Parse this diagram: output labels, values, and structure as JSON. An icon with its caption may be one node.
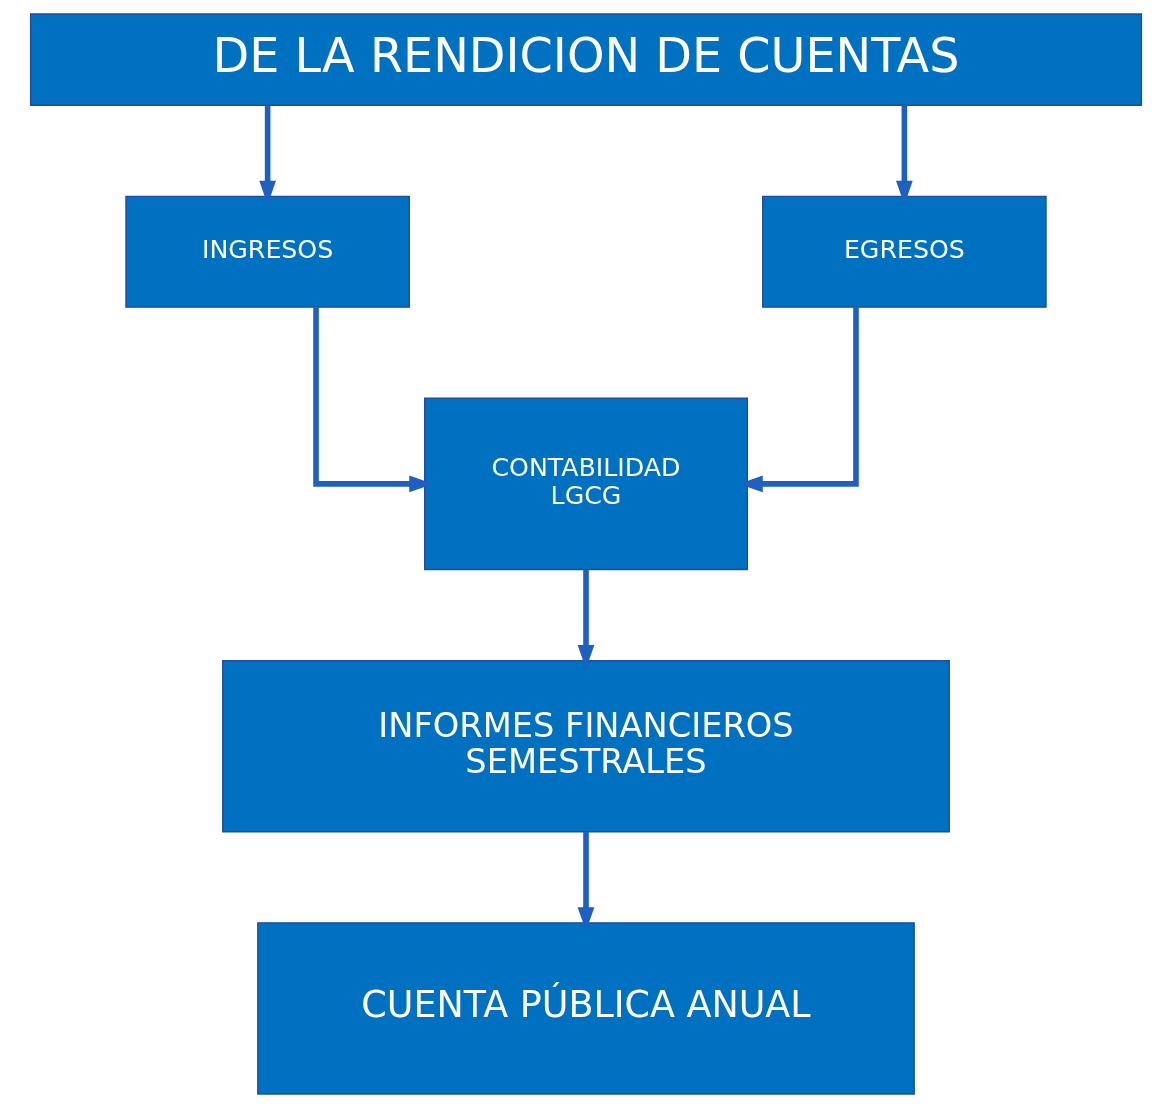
{
  "diagram": {
    "nodes": [
      {
        "text": [
          "DE LA RENDICION DE CUENTAS"
        ]
      },
      {
        "text": [
          "INGRESOS"
        ]
      },
      {
        "text": [
          "EGRESOS"
        ]
      },
      {
        "text": [
          "CONTABILIDAD LGCG"
        ]
      },
      {
        "text": [
          "INFORMES FINANCIEROS SEMESTRALES"
        ]
      },
      {
        "text": [
          "CUENTA PÚBLICA ANUAL"
        ]
      }
    ],
    "edges": [
      {
        "from": 0,
        "to": 1,
        "arrow": "to"
      },
      {
        "from": 0,
        "to": 2,
        "arrow": "to"
      },
      {
        "from": 1,
        "to": 3,
        "arrow": "to"
      },
      {
        "from": 2,
        "to": 3,
        "arrow": "to"
      },
      {
        "from": 3,
        "to": 4,
        "arrow": "to"
      },
      {
        "from": 4,
        "to": 5,
        "arrow": "to"
      }
    ]
  }
}
